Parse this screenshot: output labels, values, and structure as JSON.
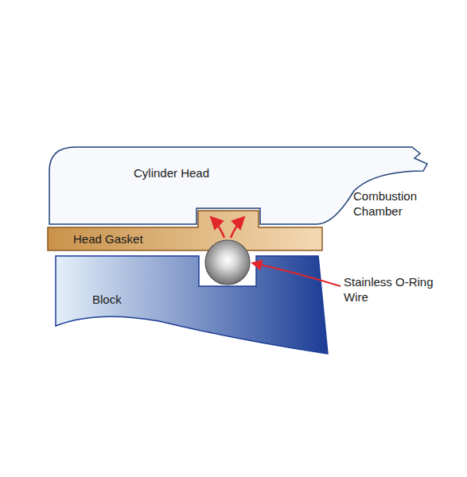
{
  "diagram": {
    "nodes": [
      {
        "text": [
          "Cylinder Head"
        ]
      },
      {
        "text": [
          "Head Gasket"
        ]
      },
      {
        "text": [
          "Block"
        ]
      }
    ],
    "labels": [
      "Combustion Chamber",
      "Stainless O-Ring Wire"
    ]
  }
}
